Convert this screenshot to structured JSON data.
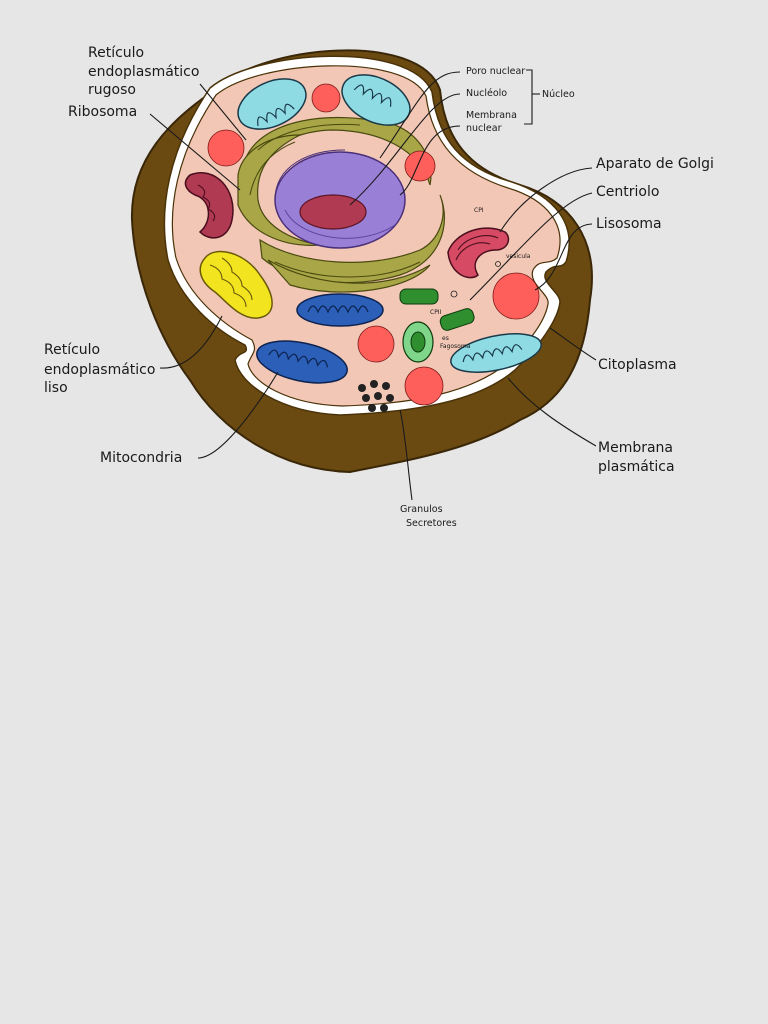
{
  "labels": {
    "rer_line1": "Retículo",
    "rer_line2": "endoplasmático",
    "rer_line3": "rugoso",
    "ribosoma": "Ribosoma",
    "poro_nuclear": "Poro nuclear",
    "nucleolo": "Nucléolo",
    "membrana_nuclear_line1": "Membrana",
    "membrana_nuclear_line2": "nuclear",
    "nucleo": "Núcleo",
    "golgi": "Aparato de Golgi",
    "centriolo": "Centriolo",
    "lisosoma": "Lisosoma",
    "rel_line1": "Retículo",
    "rel_line2": "endoplasmático",
    "rel_line3": "liso",
    "mitocondria": "Mitocondria",
    "citoplasma": "Citoplasma",
    "membrana_plasmatica_line1": "Membrana",
    "membrana_plasmatica_line2": "plasmática",
    "granulos_line1": "Granulos",
    "granulos_line2": "Secretores",
    "vesicula": "vesicula",
    "fagosoma_line1": "es",
    "fagosoma_line2": "Fagosoma",
    "cpi_1": "CPI",
    "cpi_2": "CPII"
  },
  "colors": {
    "background": "#e6e6e6",
    "cell_wall_outer": "#6b4a12",
    "cytoplasm": "#f2c7b5",
    "er_rough": "#a8a646",
    "nucleus": "#9a7fd6",
    "nucleolus": "#b03a52",
    "mitochondria_light": "#8fdbe3",
    "mitochondria_dark": "#2b5fb8",
    "lysosome": "#ff5f5a",
    "smooth_er": "#f2e41e",
    "golgi": "#d64b63",
    "green_vesicle": "#2f8f2f"
  }
}
